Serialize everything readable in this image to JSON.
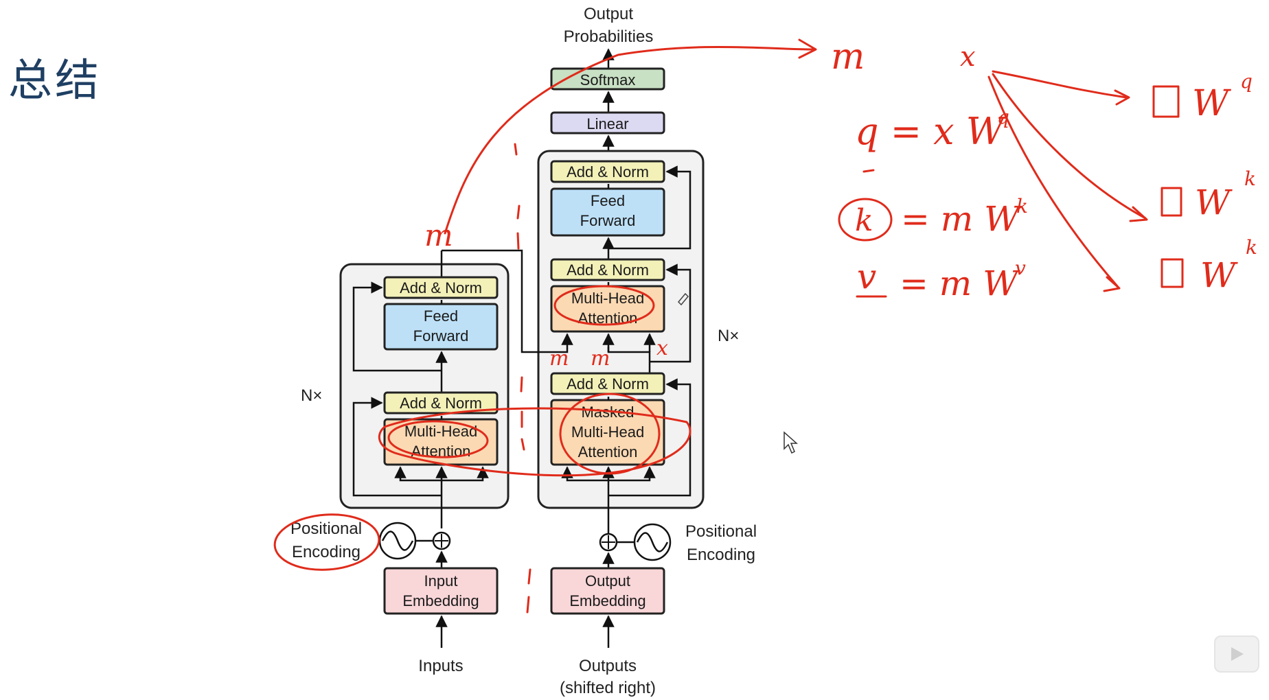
{
  "slide": {
    "title": "总结"
  },
  "diagram": {
    "top_output": [
      "Output",
      "Probabilities"
    ],
    "softmax": "Softmax",
    "linear": "Linear",
    "add_norm": "Add & Norm",
    "feed_forward": [
      "Feed",
      "Forward"
    ],
    "multi_head_attention": [
      "Multi-Head",
      "Attention"
    ],
    "masked_mha": [
      "Masked",
      "Multi-Head",
      "Attention"
    ],
    "nx": "N×",
    "positional_encoding": [
      "Positional",
      "Encoding"
    ],
    "input_embedding": [
      "Input",
      "Embedding"
    ],
    "output_embedding": [
      "Output",
      "Embedding"
    ],
    "inputs": "Inputs",
    "outputs": [
      "Outputs",
      "(shifted right)"
    ]
  },
  "annotations": {
    "m": "m",
    "x": "x",
    "q_eq": "q = x W",
    "q_sup": "q",
    "k_eq": "= m W",
    "k_var": "k",
    "k_sup": "k",
    "v_eq": "= m W",
    "v_var": "v",
    "v_sup": "v",
    "w": "W",
    "wq_sup": "q",
    "wk_sup": "k",
    "wv_sup": "k"
  },
  "colors": {
    "annotation_ink": "#e02b1b",
    "title": "#1f3f63",
    "block_bg": "#f2f2f2",
    "add_norm": "#f3f1b8",
    "feed_forward": "#bde0f7",
    "attention": "#fbd9b3",
    "embedding": "#f9d6d8",
    "linear": "#dcd9f2",
    "softmax": "#c8e0c4"
  }
}
